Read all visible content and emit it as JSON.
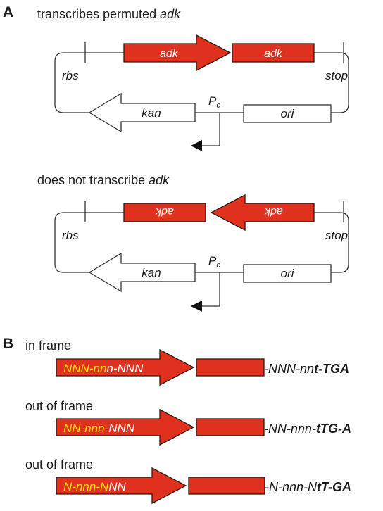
{
  "panel_a": {
    "label": "A",
    "construct_1": {
      "caption_prefix": "transcribes permuted ",
      "caption_gene": "adk",
      "gene_left": "adk",
      "gene_right": "adk",
      "rbs": "rbs",
      "stop": "stop",
      "kan": "kan",
      "promoter": "P",
      "promoter_sub": "c",
      "ori": "ori"
    },
    "construct_2": {
      "caption_prefix": "does not transcribe ",
      "caption_gene": "adk",
      "gene_left": "adk",
      "gene_right": "adk",
      "rbs": "rbs",
      "stop": "stop",
      "kan": "kan",
      "promoter": "P",
      "promoter_sub": "c",
      "ori": "ori"
    }
  },
  "panel_b": {
    "label": "B",
    "rows": [
      {
        "caption": "in frame",
        "arrow_yellow": "NNN-nn",
        "arrow_white": "n-NNN",
        "seq_plain": "-NNN-nn",
        "seq_bold": "t-TGA"
      },
      {
        "caption": "out of frame",
        "arrow_yellow": "NN-nnn",
        "arrow_white": "-NNN",
        "seq_plain": "-NN-nnn-",
        "seq_bold": "tTG-A"
      },
      {
        "caption": "out of frame",
        "arrow_yellow": "N-nnn-N",
        "arrow_white": "NN",
        "seq_plain": "-N-nnn-N",
        "seq_bold": "tT-GA"
      }
    ]
  },
  "colors": {
    "gene_red": "#e0301e",
    "frame_yellow": "#ffe000",
    "outline": "#333333"
  }
}
